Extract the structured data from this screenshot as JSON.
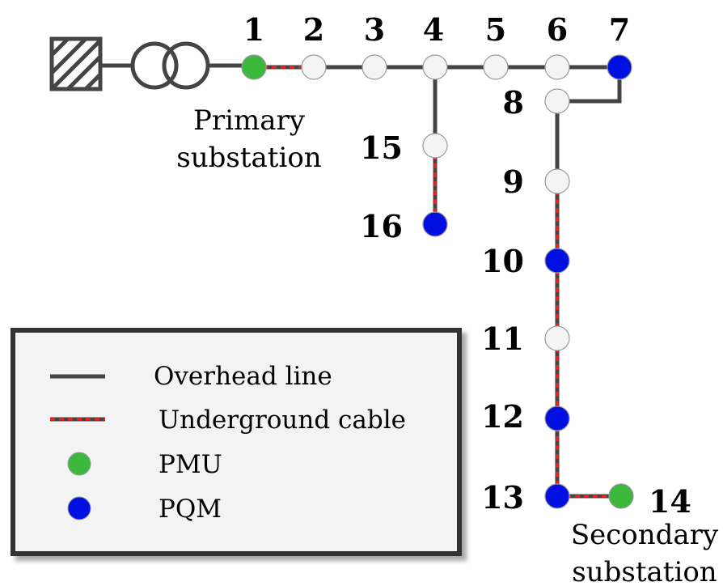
{
  "colors": {
    "overhead_line": "#444444",
    "cable_dash": "#ff1a1a",
    "pmu": "#3cb83c",
    "pqm": "#0010e0",
    "plain_node": "#f4f4f4",
    "node_stroke": "#9a9a9a"
  },
  "grid_source": {
    "icon": "hatched-square-icon"
  },
  "transformer": {
    "icon": "transformer-icon"
  },
  "captions": {
    "primary_line1": "Primary",
    "primary_line2": "substation",
    "secondary_line1": "Secondary",
    "secondary_line2": "substation"
  },
  "nodes": [
    {
      "id": "1",
      "type": "pmu"
    },
    {
      "id": "2",
      "type": "plain"
    },
    {
      "id": "3",
      "type": "plain"
    },
    {
      "id": "4",
      "type": "plain"
    },
    {
      "id": "5",
      "type": "plain"
    },
    {
      "id": "6",
      "type": "plain"
    },
    {
      "id": "7",
      "type": "pqm"
    },
    {
      "id": "8",
      "type": "plain"
    },
    {
      "id": "9",
      "type": "plain"
    },
    {
      "id": "10",
      "type": "pqm"
    },
    {
      "id": "11",
      "type": "plain"
    },
    {
      "id": "12",
      "type": "pqm"
    },
    {
      "id": "13",
      "type": "pqm"
    },
    {
      "id": "14",
      "type": "pmu"
    },
    {
      "id": "15",
      "type": "plain"
    },
    {
      "id": "16",
      "type": "pqm"
    }
  ],
  "branches": [
    {
      "from": "1",
      "to": "2",
      "kind": "cable"
    },
    {
      "from": "2",
      "to": "3",
      "kind": "overhead"
    },
    {
      "from": "3",
      "to": "4",
      "kind": "overhead"
    },
    {
      "from": "4",
      "to": "5",
      "kind": "overhead"
    },
    {
      "from": "5",
      "to": "6",
      "kind": "overhead"
    },
    {
      "from": "6",
      "to": "7",
      "kind": "overhead"
    },
    {
      "from": "7",
      "to": "8",
      "kind": "overhead"
    },
    {
      "from": "8",
      "to": "9",
      "kind": "overhead"
    },
    {
      "from": "9",
      "to": "10",
      "kind": "cable"
    },
    {
      "from": "10",
      "to": "11",
      "kind": "cable"
    },
    {
      "from": "11",
      "to": "12",
      "kind": "cable"
    },
    {
      "from": "12",
      "to": "13",
      "kind": "cable"
    },
    {
      "from": "13",
      "to": "14",
      "kind": "cable"
    },
    {
      "from": "4",
      "to": "15",
      "kind": "overhead"
    },
    {
      "from": "15",
      "to": "16",
      "kind": "cable"
    }
  ],
  "legend": {
    "items": [
      {
        "symbol": "overhead",
        "label": "Overhead line"
      },
      {
        "symbol": "cable",
        "label": "Underground cable"
      },
      {
        "symbol": "pmu",
        "label": "PMU"
      },
      {
        "symbol": "pqm",
        "label": "PQM"
      }
    ]
  }
}
